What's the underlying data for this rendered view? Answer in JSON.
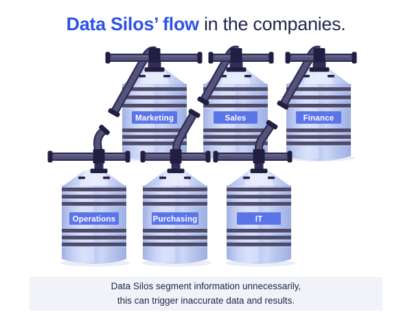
{
  "title": {
    "accent": "Data Silos’ flow",
    "rest": " in the companies."
  },
  "tanks": [
    {
      "id": "marketing",
      "label": "Marketing"
    },
    {
      "id": "sales",
      "label": "Sales"
    },
    {
      "id": "finance",
      "label": "Finance"
    },
    {
      "id": "operations",
      "label": "Operations"
    },
    {
      "id": "purchasing",
      "label": "Purchasing"
    },
    {
      "id": "it",
      "label": "IT"
    }
  ],
  "footer": {
    "line1": "Data Silos segment information unnecessarily,",
    "line2": "this can trigger inaccurate data and results."
  },
  "colors": {
    "accent_blue": "#2d53e6",
    "label_bg": "#5b74e8",
    "pipe_outline": "#2e2b52",
    "pipe_mid": "#56537b",
    "pipe_cap_dark": "#211e42",
    "tank_body_light": "#c6d2f4",
    "footer_bg": "#f2f3f9",
    "text_dark": "#22264a"
  }
}
